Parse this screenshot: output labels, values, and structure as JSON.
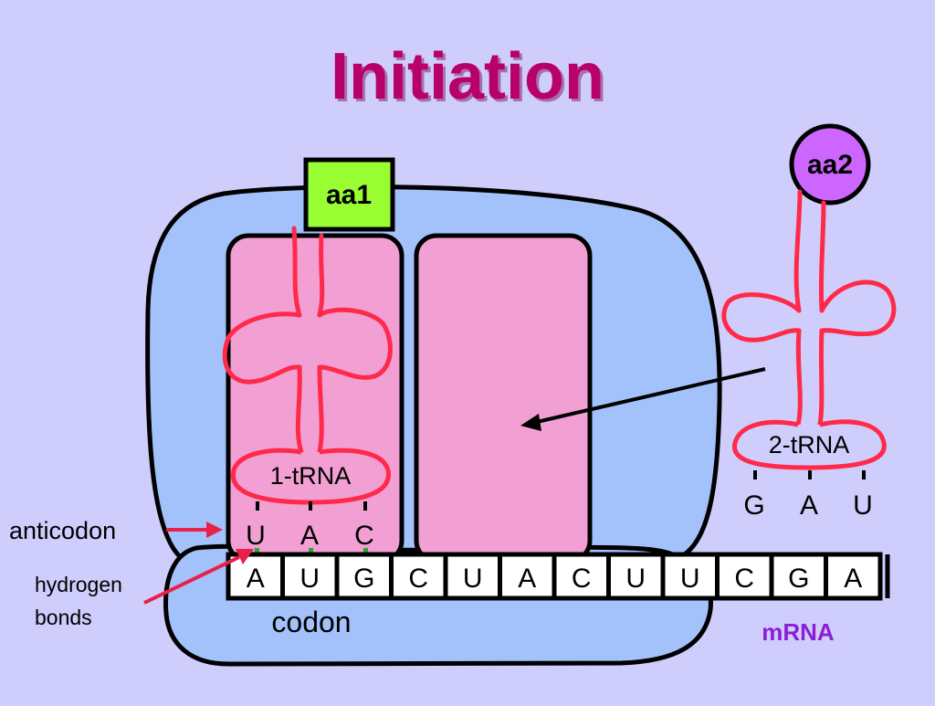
{
  "title": "Initiation",
  "labels": {
    "aa1": "aa1",
    "aa2": "aa2",
    "trna1": "1-tRNA",
    "trna2": "2-tRNA",
    "anticodon": "anticodon",
    "hydrogen_bonds_line1": "hydrogen",
    "hydrogen_bonds_line2": "bonds",
    "codon": "codon",
    "mrna": "mRNA"
  },
  "trna1_anticodon": [
    "U",
    "A",
    "C"
  ],
  "trna2_anticodon": [
    "G",
    "A",
    "U"
  ],
  "mrna_bases": [
    "A",
    "U",
    "G",
    "C",
    "U",
    "A",
    "C",
    "U",
    "U",
    "C",
    "G",
    "A"
  ],
  "colors": {
    "background": "#cfcdfc",
    "title": "#b8006a",
    "ribosome": "#a3c2fb",
    "site": "#f29fd3",
    "trna": "#ff2a4a",
    "aa1": "#99ff33",
    "aa2": "#cc66ff",
    "hydrogen_bond": "#22aa22",
    "pointer": "#e8204a",
    "mrna_label": "#8a1fd6"
  }
}
